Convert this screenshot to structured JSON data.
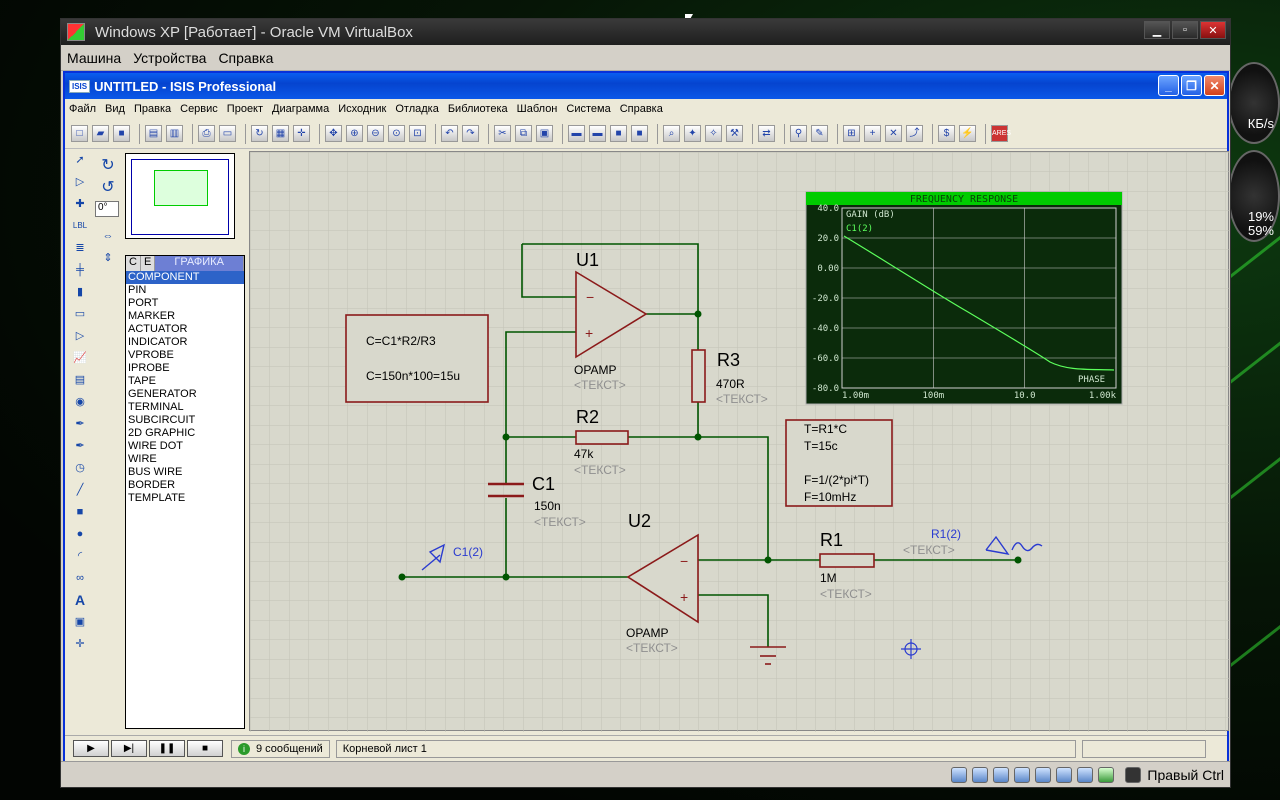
{
  "desktop": {
    "gadget_speed": "КБ/s",
    "gadget_cpu": "19%",
    "gadget_mem": "59%"
  },
  "vbox": {
    "title": "Windows XP [Работает] - Oracle VM VirtualBox",
    "menu": [
      "Машина",
      "Устройства",
      "Справка"
    ],
    "host_key": "Правый Ctrl"
  },
  "isis": {
    "title": "UNTITLED - ISIS Professional",
    "app_badge": "ISIS",
    "menu": [
      "Файл",
      "Вид",
      "Правка",
      "Сервис",
      "Проект",
      "Диаграмма",
      "Исходник",
      "Отладка",
      "Библиотека",
      "Шаблон",
      "Система",
      "Справка"
    ],
    "rotation": "0°",
    "lib_tabs": {
      "c": "C",
      "e": "E",
      "group": "ГРАФИКА"
    },
    "lib_items": [
      "COMPONENT",
      "PIN",
      "PORT",
      "MARKER",
      "ACTUATOR",
      "INDICATOR",
      "VPROBE",
      "IPROBE",
      "TAPE",
      "GENERATOR",
      "TERMINAL",
      "SUBCIRCUIT",
      "2D GRAPHIC",
      "WIRE DOT",
      "WIRE",
      "BUS WIRE",
      "BORDER",
      "TEMPLATE"
    ],
    "status_messages": "9 сообщений",
    "status_sheet": "Корневой лист 1"
  },
  "schematic": {
    "text_cap": {
      "line1": "C=C1*R2/R3",
      "line2": "C=150n*100=15u"
    },
    "text_time": {
      "line1": "T=R1*C",
      "line2": "T=15c",
      "line3": "F=1/(2*pi*T)",
      "line4": "F=10mHz"
    },
    "u1": {
      "ref": "U1",
      "type": "OPAMP",
      "text": "<ТЕКСТ>",
      "minus": "−",
      "plus": "+"
    },
    "u2": {
      "ref": "U2",
      "type": "OPAMP",
      "text": "<ТЕКСТ>",
      "minus": "−",
      "plus": "+"
    },
    "r1": {
      "ref": "R1",
      "value": "1M",
      "text": "<ТЕКСТ>"
    },
    "r2": {
      "ref": "R2",
      "value": "47k",
      "text": "<ТЕКСТ>"
    },
    "r3": {
      "ref": "R3",
      "value": "470R",
      "text": "<ТЕКСТ>"
    },
    "c1": {
      "ref": "C1",
      "value": "150n",
      "text": "<ТЕКСТ>"
    },
    "probe_c1": "C1(2)",
    "gen_r1": {
      "label": "R1(2)",
      "text": "<ТЕКСТ>"
    }
  },
  "graph": {
    "title": "FREQUENCY  RESPONSE",
    "ylabel": "GAIN (dB)",
    "trace": "C1(2)",
    "phase": "PHASE",
    "yticks": [
      "40.0",
      "20.0",
      "0.00",
      "-20.0",
      "-40.0",
      "-60.0",
      "-80.0"
    ],
    "xticks": [
      "1.00m",
      "100m",
      "10.0",
      "1.00k"
    ],
    "colors": {
      "bg": "#0b2b0b",
      "trace": "#5cff5c",
      "title_bar": "#00cc00"
    }
  }
}
